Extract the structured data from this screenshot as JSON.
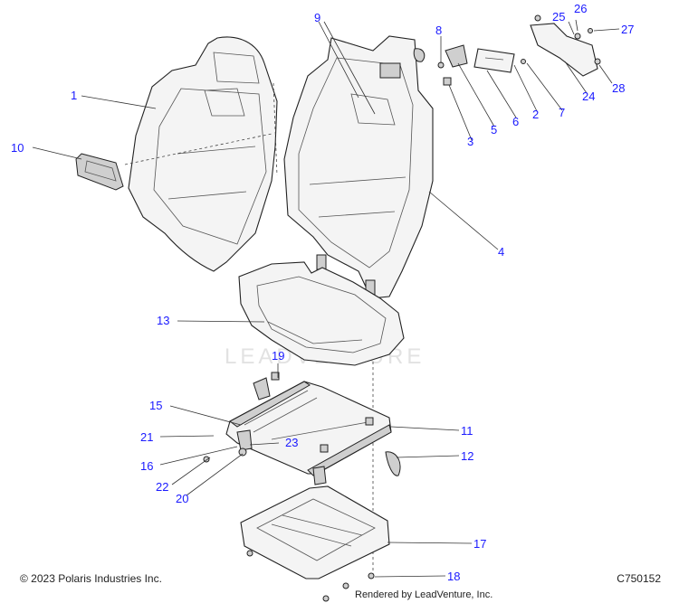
{
  "footer": {
    "copyright": "© 2023 Polaris Industries Inc.",
    "drawing_id": "C750152",
    "rendered_by": "Rendered by LeadVenture, Inc."
  },
  "watermark": "LEADVENTURE",
  "callouts": {
    "c1": "1",
    "c2": "2",
    "c3": "3",
    "c4": "4",
    "c5": "5",
    "c6": "6",
    "c7": "7",
    "c8": "8",
    "c9": "9",
    "c10": "10",
    "c11": "11",
    "c12": "12",
    "c13": "13",
    "c15": "15",
    "c16": "16",
    "c17": "17",
    "c18": "18",
    "c19": "19",
    "c20": "20",
    "c21": "21",
    "c22": "22",
    "c23": "23",
    "c24": "24",
    "c25": "25",
    "c26": "26",
    "c27": "27",
    "c28": "28"
  },
  "colors": {
    "callout": "#1a1aff",
    "line": "#222222",
    "watermark": "#e2e2e2"
  }
}
